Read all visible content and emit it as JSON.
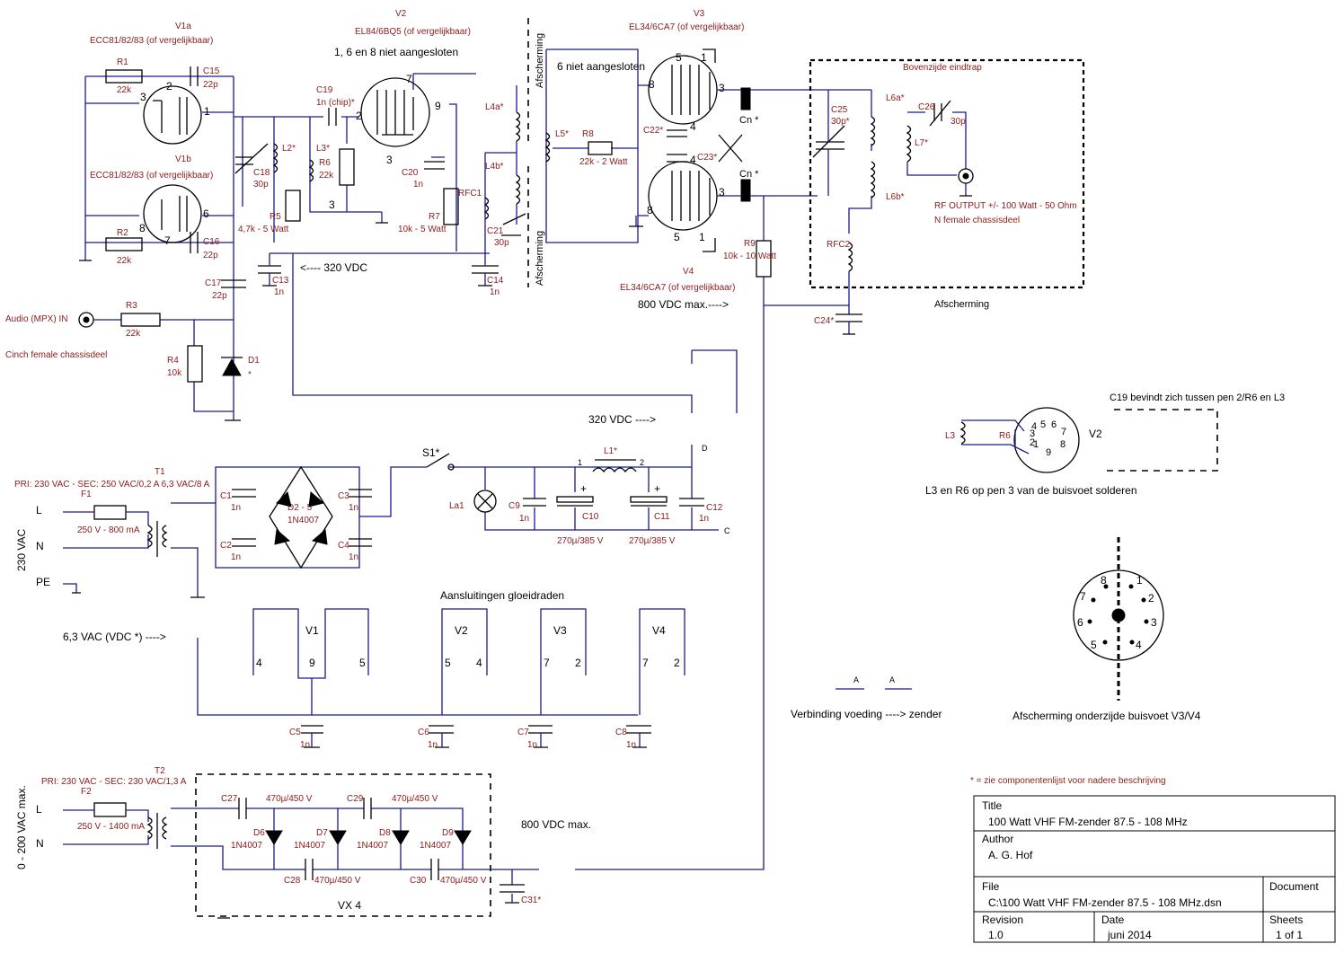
{
  "title_block": {
    "title_label": "Title",
    "title_value": "100 Watt VHF FM-zender 87.5 - 108 MHz",
    "author_label": "Author",
    "author_value": "A. G. Hof",
    "file_label": "File",
    "file_value": "C:\\100 Watt VHF FM-zender 87.5 - 108 MHz.dsn",
    "document_label": "Document",
    "revision_label": "Revision",
    "revision_value": "1.0",
    "date_label": "Date",
    "date_value": "juni 2014",
    "sheets_label": "Sheets",
    "sheets_value": "1 of 1"
  },
  "note_footnote": "* = zie componentenlijst voor nadere beschrijving",
  "tubes": {
    "v1a_ref": "V1a",
    "v1a_type": "ECC81/82/83 (of vergelijkbaar)",
    "v1b_ref": "V1b",
    "v1b_type": "ECC81/82/83 (of vergelijkbaar)",
    "v2_ref": "V2",
    "v2_type": "EL84/6BQ5 (of vergelijkbaar)",
    "v2_note": "1, 6 en 8 niet aangesloten",
    "v3_ref": "V3",
    "v3_type": "EL34/6CA7 (of vergelijkbaar)",
    "v3_note": "6 niet aangesloten",
    "v4_ref": "V4",
    "v4_type": "EL34/6CA7 (of vergelijkbaar)"
  },
  "shielding": {
    "afscherming_label": "Afscherming",
    "top_box_label": "Bovenzijde eindtrap"
  },
  "components": {
    "r1": "R1",
    "r1_val": "22k",
    "r2": "R2",
    "r2_val": "22k",
    "r3": "R3",
    "r3_val": "22k",
    "r4": "R4",
    "r4_val": "10k",
    "r5": "R5",
    "r5_val": "4,7k - 5 Watt",
    "r6": "R6",
    "r6_val": "22k",
    "r7": "R7",
    "r7_val": "10k - 5 Watt",
    "r8": "R8",
    "r8_val": "22k - 2 Watt",
    "r9": "R9",
    "r9_val": "10k - 10 Watt",
    "c15": "C15",
    "c15_val": "22p",
    "c16": "C16",
    "c16_val": "22p",
    "c17": "C17",
    "c17_val": "22p",
    "c18": "C18",
    "c18_val": "30p",
    "c19": "C19",
    "c19_val": "1n (chip)*",
    "c20": "C20",
    "c20_val": "1n",
    "c21": "C21",
    "c21_val": "30p",
    "c13": "C13",
    "c13_val": "1n",
    "c14": "C14",
    "c14_val": "1n",
    "c22": "C22*",
    "c23": "C23*",
    "c24": "C24*",
    "c25": "C25",
    "c25_val": "30p*",
    "c26": "C26",
    "c26_val": "30p",
    "cn": "Cn *",
    "l2": "L2*",
    "l3": "L3*",
    "l4a": "L4a*",
    "l4b": "L4b*",
    "l5": "L5*",
    "l6a": "L6a*",
    "l6b": "L6b*",
    "l7": "L7*",
    "rfc1": "RFC1",
    "rfc2": "RFC2",
    "d1": "D1"
  },
  "io": {
    "audio_in": "Audio (MPX) IN",
    "audio_conn": "Cinch female chassisdeel",
    "rf_out": "RF OUTPUT +/- 100 Watt - 50 Ohm",
    "rf_conn": "N female chassisdeel",
    "vdc320_arrow": "<---- 320 VDC",
    "vdc800_arrow": "800 VDC max.---->",
    "vdc320_psu": "320 VDC ---->",
    "vac63": "6,3 VAC (VDC *) ---->",
    "vdc800_psu": "800 VDC max."
  },
  "psu1": {
    "t1": "T1",
    "t1_spec": "PRI: 230 VAC - SEC: 250 VAC/0,2 A 6,3 VAC/8 A",
    "f1": "F1",
    "f1_val": "250 V - 800 mA",
    "mains": "230 VAC",
    "l": "L",
    "n": "N",
    "pe": "PE",
    "d25": "D2 - 5",
    "d25_val": "1N4007",
    "c1": "C1",
    "c2": "C2",
    "c3": "C3",
    "c4": "C4",
    "cval": "1n",
    "s1": "S1*",
    "la1": "La1",
    "l1": "L1*",
    "c9": "C9",
    "c10": "C10",
    "c11": "C11",
    "c12": "C12",
    "c10_val": "270µ/385 V",
    "c11_val": "270µ/385 V"
  },
  "heaters": {
    "title": "Aansluitingen gloeidraden",
    "v1": "V1",
    "v2": "V2",
    "v3": "V3",
    "v4": "V4",
    "c5": "C5",
    "c6": "C6",
    "c7": "C7",
    "c8": "C8",
    "cval": "1n"
  },
  "psu2": {
    "t2": "T2",
    "t2_spec": "PRI: 230 VAC - SEC: 230 VAC/1,3 A",
    "f2": "F2",
    "f2_val": "250 V - 1400 mA",
    "mains": "0 - 200 VAC max.",
    "l": "L",
    "n": "N",
    "c27": "C27",
    "c28": "C28",
    "c29": "C29",
    "c30": "C30",
    "c31": "C31*",
    "cap_val": "470µ/450 V",
    "d6": "D6",
    "d7": "D7",
    "d8": "D8",
    "d9": "D9",
    "dval": "1N4007",
    "vx4": "VX 4"
  },
  "socket_note": {
    "c19_note": "C19 bevindt zich tussen pen 2/R6 en L3",
    "l3": "L3",
    "r6": "R6",
    "v2": "V2",
    "solder_note": "L3 en R6 op pen 3 van de buisvoet solderen"
  },
  "legend": {
    "connection": "Verbinding voeding ----> zender",
    "shield_bottom": "Afscherming onderzijde buisvoet V3/V4"
  }
}
